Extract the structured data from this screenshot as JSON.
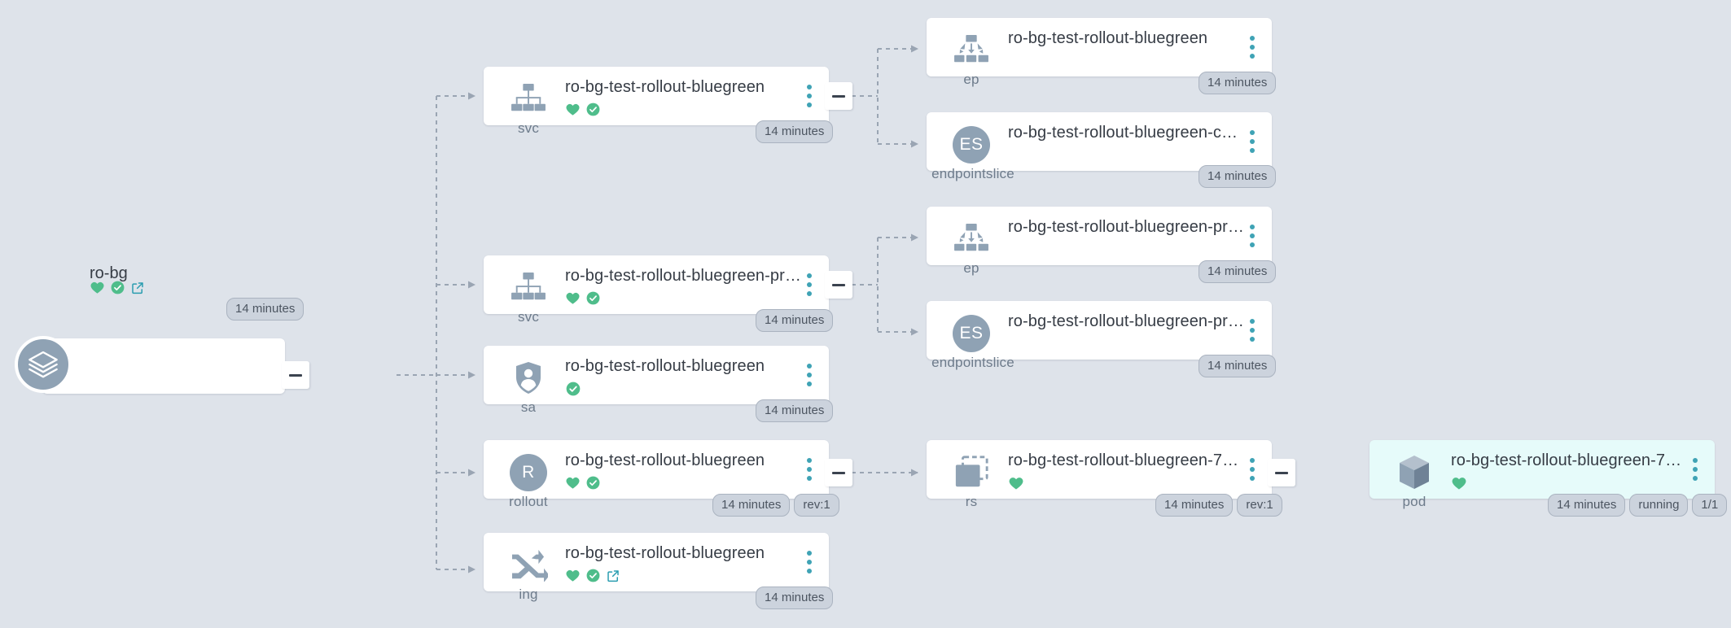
{
  "theme": {
    "canvas_bg": "#dee3ea",
    "card_bg": "#ffffff",
    "pod_card_bg": "#e6fbfa",
    "accent_teal": "#3fa3b5",
    "healthy_green": "#4fbd8b",
    "icon_grey": "#8fa2b4",
    "badge_bg": "#ccd3dd",
    "text_dark": "#363c45"
  },
  "app": {
    "name": "ro-bg",
    "icon": "layers-icon",
    "statuses": [
      "heart-icon",
      "check-circle-icon",
      "external-link-icon"
    ],
    "badges": [
      "14 minutes"
    ],
    "collapse_label": "—"
  },
  "nodes": [
    {
      "id": "svc-active",
      "kind": "svc",
      "icon": "service-icon",
      "title": "ro-bg-test-rollout-bluegreen",
      "statuses": [
        "heart-icon",
        "check-circle-icon"
      ],
      "badges": [
        "14 minutes"
      ],
      "has_collapse": true
    },
    {
      "id": "ep-active",
      "kind": "ep",
      "icon": "endpoints-icon",
      "title": "ro-bg-test-rollout-bluegreen",
      "statuses": [],
      "badges": [
        "14 minutes"
      ],
      "has_collapse": false
    },
    {
      "id": "es-active",
      "kind": "endpointslice",
      "icon": "ES",
      "title": "ro-bg-test-rollout-bluegreen-c…",
      "statuses": [],
      "badges": [
        "14 minutes"
      ],
      "has_collapse": false
    },
    {
      "id": "svc-preview",
      "kind": "svc",
      "icon": "service-icon",
      "title": "ro-bg-test-rollout-bluegreen-pr…",
      "statuses": [
        "heart-icon",
        "check-circle-icon"
      ],
      "badges": [
        "14 minutes"
      ],
      "has_collapse": true
    },
    {
      "id": "ep-preview",
      "kind": "ep",
      "icon": "endpoints-icon",
      "title": "ro-bg-test-rollout-bluegreen-pr…",
      "statuses": [],
      "badges": [
        "14 minutes"
      ],
      "has_collapse": false
    },
    {
      "id": "es-preview",
      "kind": "endpointslice",
      "icon": "ES",
      "title": "ro-bg-test-rollout-bluegreen-pr…",
      "statuses": [],
      "badges": [
        "14 minutes"
      ],
      "has_collapse": false
    },
    {
      "id": "sa",
      "kind": "sa",
      "icon": "serviceaccount-icon",
      "title": "ro-bg-test-rollout-bluegreen",
      "statuses": [
        "check-circle-icon"
      ],
      "badges": [
        "14 minutes"
      ],
      "has_collapse": false
    },
    {
      "id": "rollout",
      "kind": "rollout",
      "icon": "R",
      "title": "ro-bg-test-rollout-bluegreen",
      "statuses": [
        "heart-icon",
        "check-circle-icon"
      ],
      "badges": [
        "14 minutes",
        "rev:1"
      ],
      "has_collapse": true
    },
    {
      "id": "rs",
      "kind": "rs",
      "icon": "replicaset-icon",
      "title": "ro-bg-test-rollout-bluegreen-7…",
      "statuses": [
        "heart-icon"
      ],
      "badges": [
        "14 minutes",
        "rev:1"
      ],
      "has_collapse": true
    },
    {
      "id": "pod",
      "kind": "pod",
      "icon": "pod-icon",
      "title": "ro-bg-test-rollout-bluegreen-7…",
      "statuses": [
        "heart-icon"
      ],
      "badges": [
        "14 minutes",
        "running",
        "1/1"
      ],
      "has_collapse": false
    },
    {
      "id": "ing",
      "kind": "ing",
      "icon": "ingress-icon",
      "title": "ro-bg-test-rollout-bluegreen",
      "statuses": [
        "heart-icon",
        "check-circle-icon",
        "external-link-icon"
      ],
      "badges": [
        "14 minutes"
      ],
      "has_collapse": false
    }
  ]
}
